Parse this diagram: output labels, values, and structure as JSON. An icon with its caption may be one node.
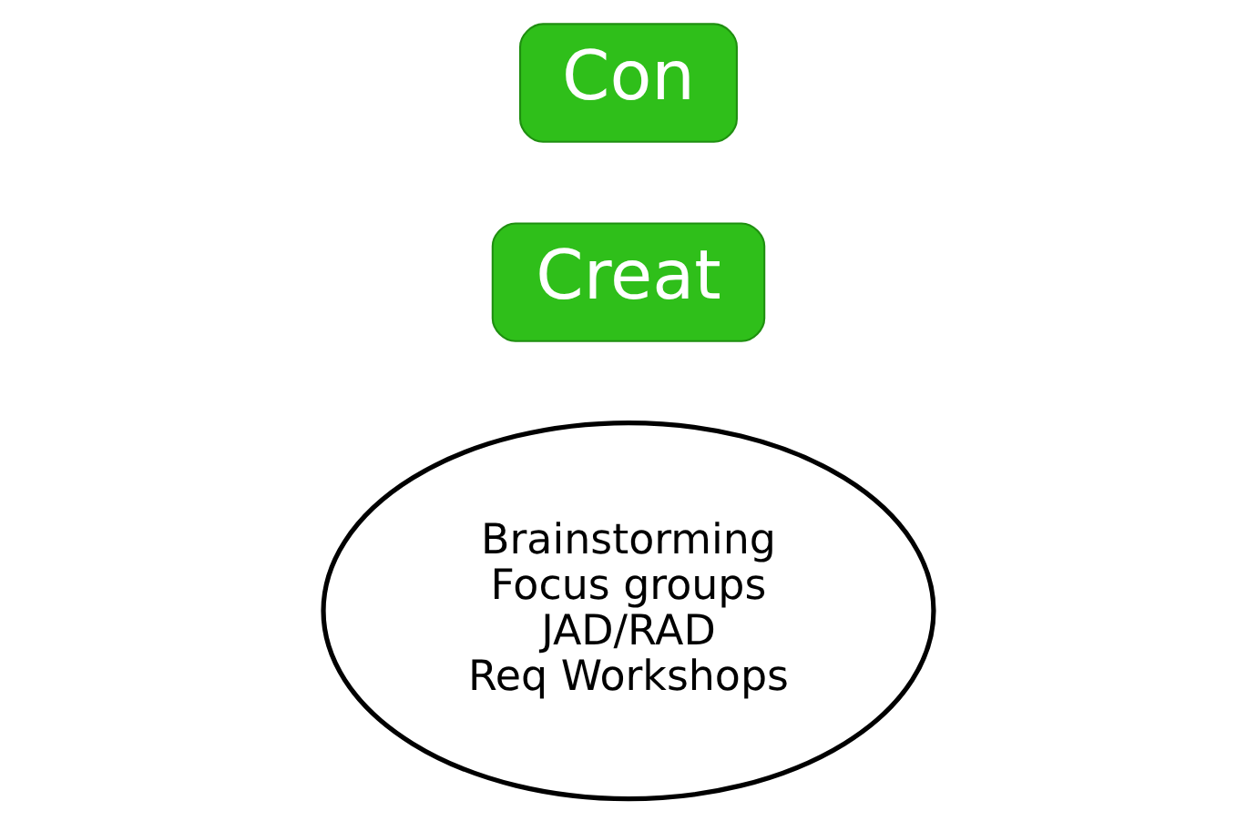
{
  "diagram": {
    "nodes": [
      {
        "text": [
          "Brainstorming",
          "Focus groups",
          "JAD/RAD",
          "Req Workshops"
        ]
      },
      {
        "text": [
          "Creat"
        ]
      },
      {
        "text": [
          "Con"
        ]
      }
    ]
  }
}
